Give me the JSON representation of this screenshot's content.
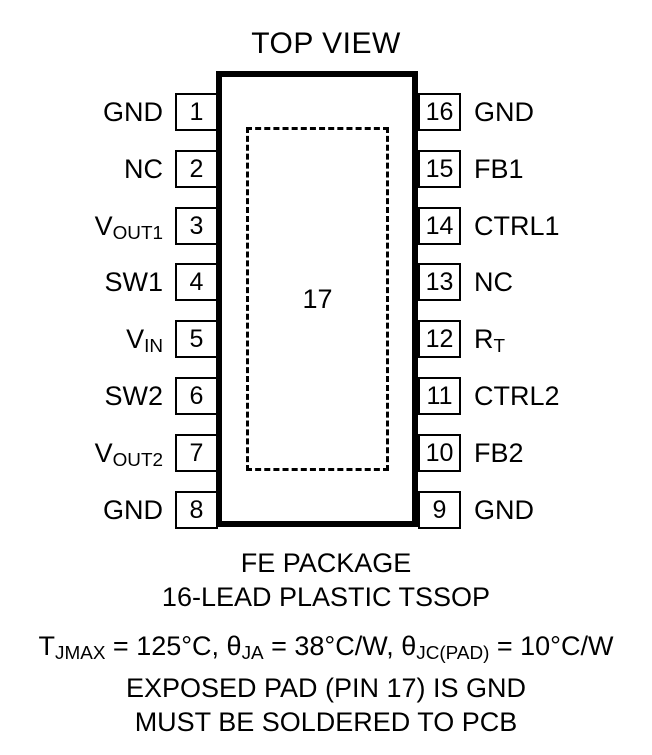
{
  "title": "TOP VIEW",
  "package": {
    "exposed_pad_number": "17",
    "name_line": "FE PACKAGE",
    "description_line": "16-LEAD PLASTIC TSSOP"
  },
  "thermal": {
    "tjmax_symbol": "T",
    "tjmax_sub": "JMAX",
    "tjmax_value": " = 125°C, ",
    "theta_ja_symbol": "θ",
    "theta_ja_sub": "JA",
    "theta_ja_value": " = 38°C/W, ",
    "theta_jc_symbol": "θ",
    "theta_jc_sub": "JC(PAD)",
    "theta_jc_value": " = 10°C/W"
  },
  "notes": {
    "exposed_pad_note": "EXPOSED PAD (PIN 17) IS GND",
    "solder_note": "MUST BE SOLDERED TO PCB"
  },
  "pins_left": [
    {
      "number": "1",
      "label": "GND",
      "base": "GND",
      "sub": ""
    },
    {
      "number": "2",
      "label": "NC",
      "base": "NC",
      "sub": ""
    },
    {
      "number": "3",
      "label": "VOUT1",
      "base": "V",
      "sub": "OUT1"
    },
    {
      "number": "4",
      "label": "SW1",
      "base": "SW1",
      "sub": ""
    },
    {
      "number": "5",
      "label": "VIN",
      "base": "V",
      "sub": "IN"
    },
    {
      "number": "6",
      "label": "SW2",
      "base": "SW2",
      "sub": ""
    },
    {
      "number": "7",
      "label": "VOUT2",
      "base": "V",
      "sub": "OUT2"
    },
    {
      "number": "8",
      "label": "GND",
      "base": "GND",
      "sub": ""
    }
  ],
  "pins_right": [
    {
      "number": "16",
      "label": "GND",
      "base": "GND",
      "sub": ""
    },
    {
      "number": "15",
      "label": "FB1",
      "base": "FB1",
      "sub": ""
    },
    {
      "number": "14",
      "label": "CTRL1",
      "base": "CTRL1",
      "sub": ""
    },
    {
      "number": "13",
      "label": "NC",
      "base": "NC",
      "sub": ""
    },
    {
      "number": "12",
      "label": "RT",
      "base": "R",
      "sub": "T"
    },
    {
      "number": "11",
      "label": "CTRL2",
      "base": "CTRL2",
      "sub": ""
    },
    {
      "number": "10",
      "label": "FB2",
      "base": "FB2",
      "sub": ""
    },
    {
      "number": "9",
      "label": "GND",
      "base": "GND",
      "sub": ""
    }
  ],
  "colors": {
    "ink": "#000000",
    "paper": "#ffffff"
  }
}
